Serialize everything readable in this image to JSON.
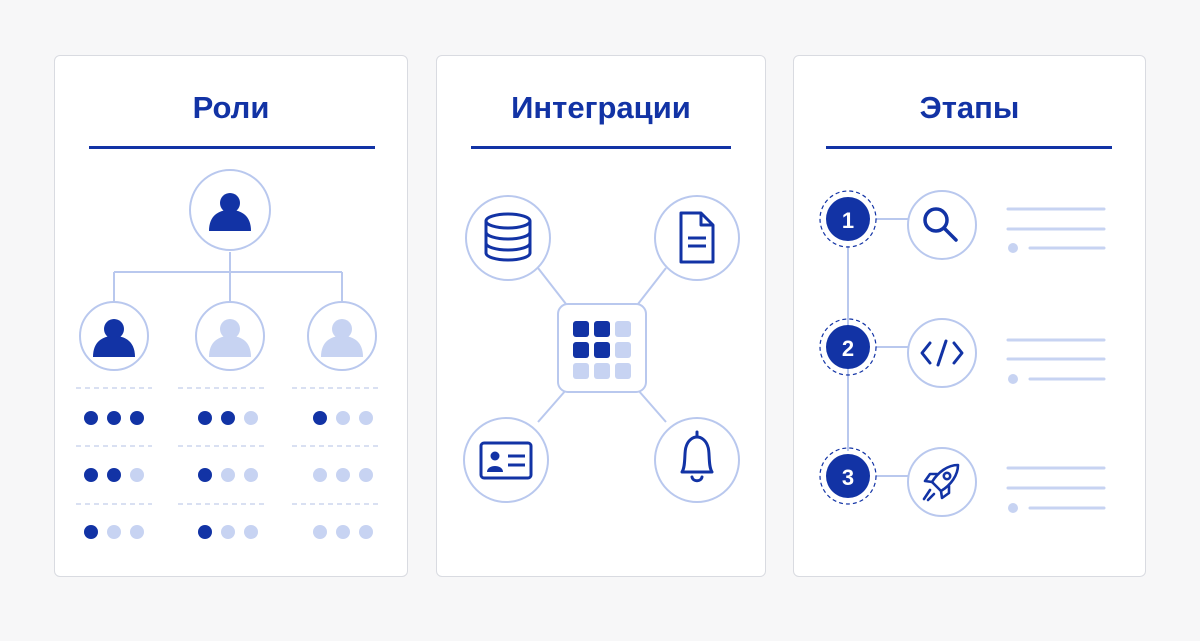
{
  "colors": {
    "primary": "#1233a5",
    "light": "#c7d3f2",
    "line": "#b9c8ee",
    "divider": "#c2cdea",
    "panel_border": "#d9dbe1",
    "background": "#f7f7f8"
  },
  "panels": [
    {
      "title": "Роли",
      "icons": [
        "user-icon"
      ],
      "roles": [
        {
          "icon": "user-icon",
          "emphasis": "primary",
          "dots": [
            [
              1,
              1,
              1
            ],
            [
              1,
              1,
              0
            ],
            [
              1,
              0,
              0
            ]
          ]
        },
        {
          "icon": "user-icon",
          "emphasis": "light",
          "dots": [
            [
              1,
              1,
              0
            ],
            [
              1,
              0,
              0
            ],
            [
              1,
              0,
              0
            ]
          ]
        },
        {
          "icon": "user-icon",
          "emphasis": "light",
          "dots": [
            [
              1,
              0,
              0
            ],
            [
              0,
              0,
              0
            ],
            [
              0,
              0,
              0
            ]
          ]
        }
      ]
    },
    {
      "title": "Интеграции",
      "hub_icon": "app-grid-icon",
      "hub_grid": [
        [
          1,
          1,
          0
        ],
        [
          1,
          1,
          0
        ],
        [
          0,
          0,
          0
        ]
      ],
      "nodes": [
        "database-icon",
        "document-icon",
        "contact-card-icon",
        "bell-icon"
      ]
    },
    {
      "title": "Этапы",
      "steps": [
        {
          "number": "1",
          "icon": "search-icon"
        },
        {
          "number": "2",
          "icon": "code-icon"
        },
        {
          "number": "3",
          "icon": "rocket-icon"
        }
      ]
    }
  ]
}
